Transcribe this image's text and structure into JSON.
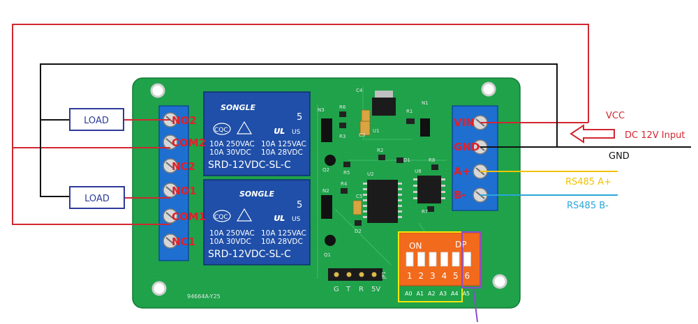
{
  "colors": {
    "pcb": "#1fa24a",
    "pcb_dark": "#15803a",
    "relay": "#1f4fa8",
    "terminal": "#1e6fd0",
    "wire_red": "#d22630",
    "wire_black": "#111111",
    "wire_yellow": "#f2c200",
    "wire_blue": "#2aa6d8",
    "label_red": "#e0202a",
    "load_box": "#2d3a9a",
    "dip_body": "#f26a1c",
    "frame_yellow": "#f5e60a",
    "frame_purple": "#8a4bd1"
  },
  "loads": [
    {
      "label": "LOAD"
    },
    {
      "label": "LOAD"
    }
  ],
  "left_terminals": [
    {
      "label": "NO2"
    },
    {
      "label": "COM2"
    },
    {
      "label": "NC2"
    },
    {
      "label": "NO1"
    },
    {
      "label": "COM1"
    },
    {
      "label": "NC1"
    }
  ],
  "right_terminals": [
    {
      "label": "VIN"
    },
    {
      "label": "GND"
    },
    {
      "label": "A+"
    },
    {
      "label": "B-"
    }
  ],
  "relays": [
    {
      "brand": "SONGLE",
      "pin_count": "5",
      "rating_left_1": "10A 250VAC",
      "rating_left_2": "10A  30VDC",
      "rating_right_1": "10A 125VAC",
      "rating_right_2": "10A  28VDC",
      "model": "SRD-12VDC-SL-C",
      "cert_1": "CQC",
      "cert_2": "US"
    },
    {
      "brand": "SONGLE",
      "pin_count": "5",
      "rating_left_1": "10A 250VAC",
      "rating_left_2": "10A  30VDC",
      "rating_right_1": "10A 125VAC",
      "rating_right_2": "10A  28VDC",
      "model": "SRD-12VDC-SL-C",
      "cert_1": "CQC",
      "cert_2": "US"
    }
  ],
  "external_labels": {
    "vcc": "VCC",
    "dc_input": "DC 12V Input",
    "gnd": "GND",
    "rs485_a": "RS485 A+",
    "rs485_b": "RS485 B-"
  },
  "dip_switch": {
    "on_label": "ON",
    "dp_label": "DP",
    "positions": [
      "1",
      "2",
      "3",
      "4",
      "5",
      "6"
    ],
    "address_labels": [
      "A0",
      "A1",
      "A2",
      "A3",
      "A4",
      "A5"
    ]
  },
  "header_pins": [
    "G",
    "T",
    "R",
    "5V"
  ],
  "board": {
    "part_code": "94664A-Y25",
    "silkscreen": [
      "N3",
      "R6",
      "C4",
      "N1",
      "C3",
      "U1",
      "R3",
      "R1",
      "Q2",
      "R5",
      "R2",
      "D1",
      "U2",
      "R8",
      "U8",
      "N2",
      "R4",
      "C5",
      "D2",
      "R7",
      "Q1",
      "JP1"
    ]
  }
}
